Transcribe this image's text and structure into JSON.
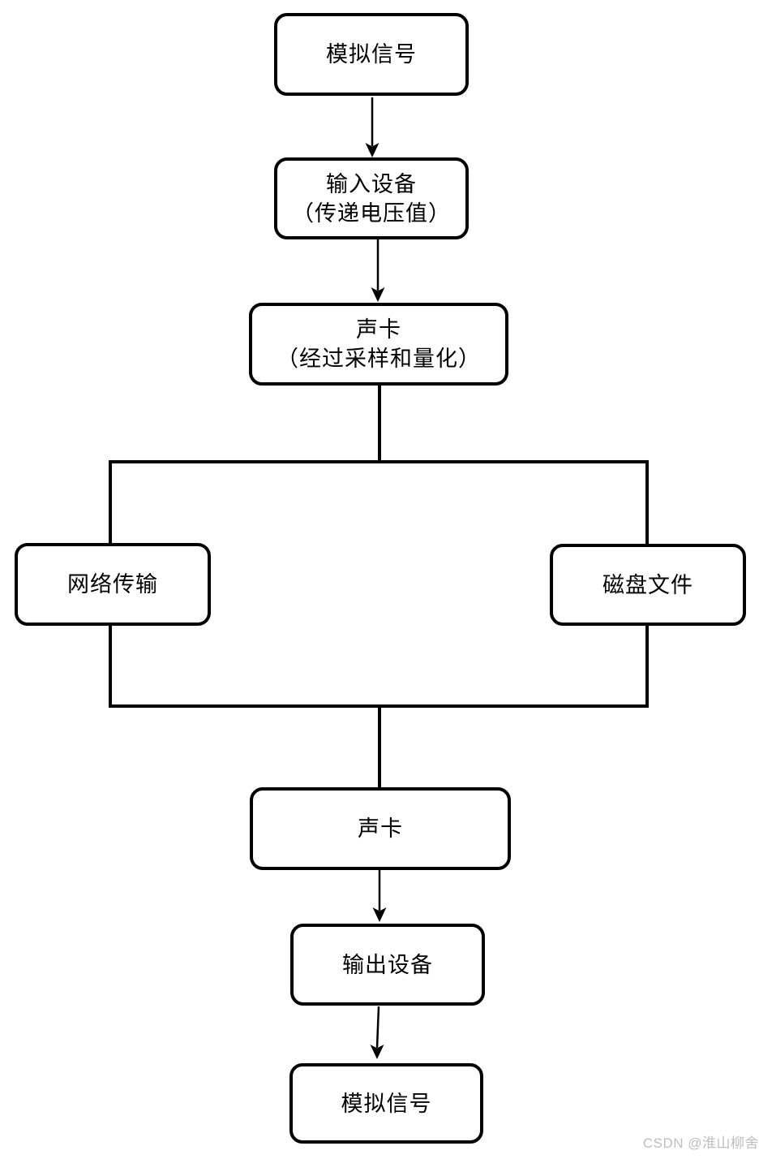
{
  "diagram": {
    "nodes": {
      "analog_in": {
        "label": "模拟信号"
      },
      "input_device": {
        "line1": "输入设备",
        "line2": "（传递电压值）"
      },
      "soundcard_in": {
        "line1": "声卡",
        "line2": "（经过采样和量化）"
      },
      "network": {
        "label": "网络传输"
      },
      "disk": {
        "label": "磁盘文件"
      },
      "soundcard_out": {
        "label": "声卡"
      },
      "output_device": {
        "label": "输出设备"
      },
      "analog_out": {
        "label": "模拟信号"
      }
    },
    "edges": [
      {
        "from": "模拟信号",
        "to": "输入设备（传递电压值）",
        "arrow": true
      },
      {
        "from": "输入设备（传递电压值）",
        "to": "声卡（经过采样和量化）",
        "arrow": true
      },
      {
        "from": "声卡（经过采样和量化）",
        "to": "网络传输",
        "arrow": false
      },
      {
        "from": "声卡（经过采样和量化）",
        "to": "磁盘文件",
        "arrow": false
      },
      {
        "from": "网络传输",
        "to": "声卡",
        "arrow": false
      },
      {
        "from": "磁盘文件",
        "to": "声卡",
        "arrow": false
      },
      {
        "from": "声卡",
        "to": "输出设备",
        "arrow": true
      },
      {
        "from": "输出设备",
        "to": "模拟信号",
        "arrow": true
      }
    ],
    "watermark": "CSDN @淮山柳舍",
    "colors": {
      "stroke": "#000000",
      "text": "#000000",
      "background": "#ffffff",
      "watermark": "#bdbdbd"
    }
  }
}
